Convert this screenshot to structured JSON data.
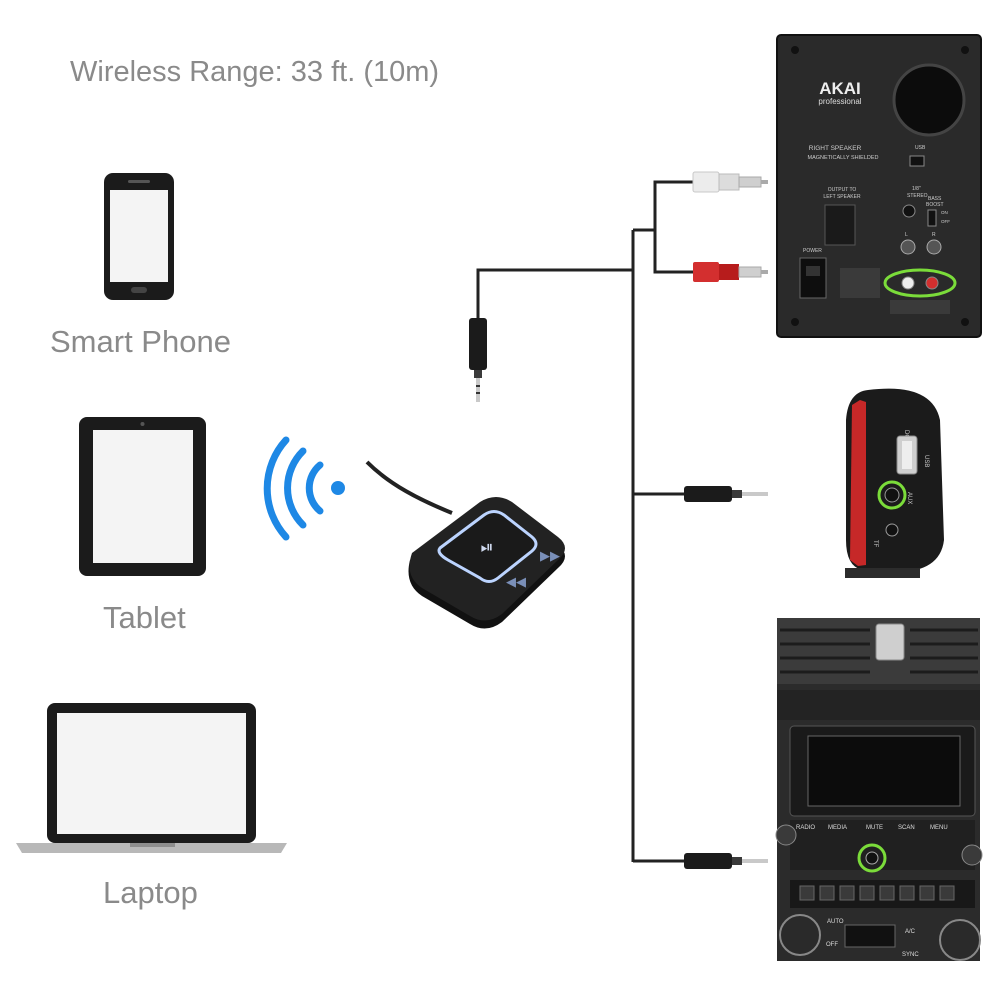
{
  "header": {
    "range_text": "Wireless Range: 33 ft. (10m)"
  },
  "devices": [
    {
      "name": "smart-phone",
      "label": "Smart Phone"
    },
    {
      "name": "tablet",
      "label": "Tablet"
    },
    {
      "name": "laptop",
      "label": "Laptop"
    }
  ],
  "speaker": {
    "brand": "AKAI",
    "brand_sub": "professional",
    "right_speaker": "RIGHT SPEAKER",
    "shielded": "MAGNETICALLY SHIELDED",
    "output_to": "OUTPUT TO",
    "left_speaker": "LEFT SPEAKER",
    "power": "POWER",
    "usb": "USB",
    "stereo_18": "1/8\"",
    "stereo": "STEREO",
    "bass": "BASS",
    "boost": "BOOST",
    "on": "ON",
    "off": "OFF",
    "l": "L",
    "r": "R"
  },
  "portable_speaker": {
    "dc_in": "DC IN",
    "aux": "AUX",
    "usb": "USB",
    "tf": "TF"
  },
  "car": {
    "radio": "RADIO",
    "media": "MEDIA",
    "mute": "MUTE",
    "scan": "SCAN",
    "menu": "MENU",
    "auto": "AUTO",
    "ac": "A/C",
    "off": "OFF",
    "sync": "SYNC"
  },
  "colors": {
    "label_gray": "#8a8a8a",
    "signal_blue": "#1e88e5",
    "highlight_green": "#7bdc3a",
    "rca_red": "#d32f2f",
    "cable": "#222222"
  }
}
